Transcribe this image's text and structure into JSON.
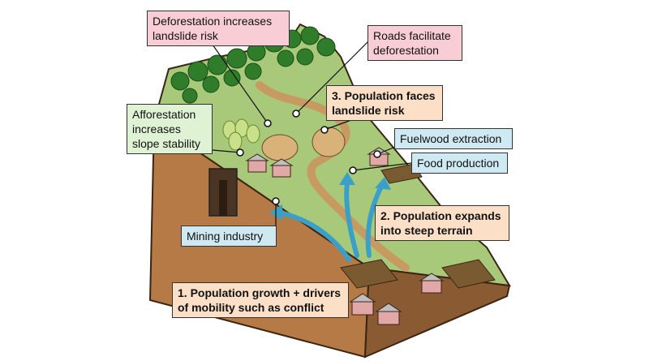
{
  "labels": {
    "deforestation": "Deforestation increases\nlandslide risk",
    "roads": "Roads facilitate\ndeforestation",
    "afforestation": "Afforestation\nincreases\nslope stability",
    "population_risk": "3. Population faces\nlandslide risk",
    "fuelwood": "Fuelwood extraction",
    "food": "Food production",
    "mining": "Mining industry",
    "expands": "2. Population expands\ninto steep terrain",
    "growth": "1. Population growth + drivers\nof mobility such as conflict"
  },
  "colors": {
    "pink_box": "#f9cdd6",
    "green_box": "#dff2d4",
    "blue_box": "#cfe9f3",
    "peach_box": "#fbe0c7",
    "arrow": "#3aa0c8",
    "grass": "#a9c97a",
    "soil": "#b57a45",
    "forest": "#2f7d2a"
  }
}
